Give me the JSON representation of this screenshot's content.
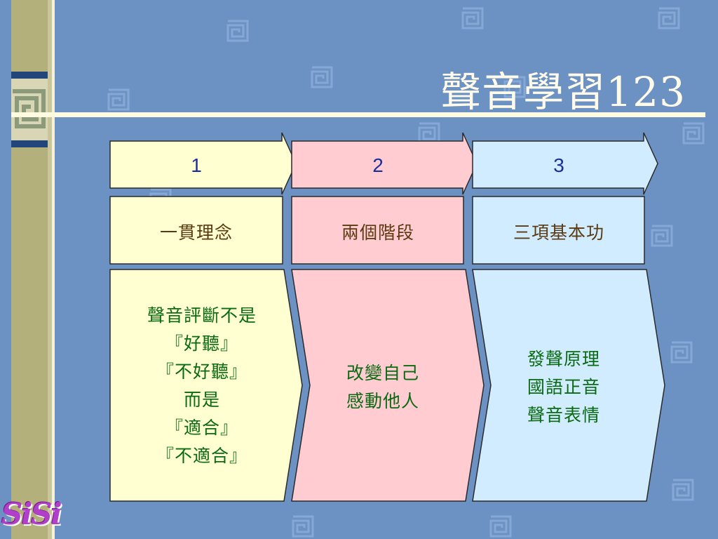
{
  "slide": {
    "title": "聲音學習123",
    "logo": "SiSi"
  },
  "colors": {
    "background": "#6c92c4",
    "column1": "#ffffd2",
    "column2": "#ffccd2",
    "column3": "#d2ecff",
    "body_text": "#0a6a12",
    "header_text": "#1a2f9a",
    "label_text": "#5a3a10"
  },
  "columns": [
    {
      "number": "1",
      "label": "一貫理念",
      "lines": [
        "聲音評斷不是",
        "『好聽』",
        "『不好聽』",
        "而是",
        "『適合』",
        "『不適合』"
      ]
    },
    {
      "number": "2",
      "label": "兩個階段",
      "lines": [
        "改變自己",
        "感動他人"
      ]
    },
    {
      "number": "3",
      "label": "三項基本功",
      "lines": [
        "發聲原理",
        "國語正音",
        "聲音表情"
      ]
    }
  ]
}
